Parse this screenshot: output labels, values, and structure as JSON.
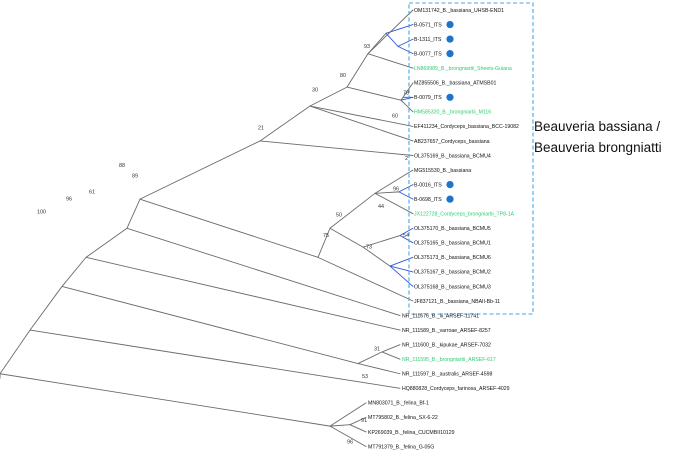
{
  "clade_label": {
    "line1": "Beauveria bassiana /",
    "line2": "Beauveria brongniatti"
  },
  "colors": {
    "default_branch": "#6b6b6b",
    "highlight_branch": "#2f56d6",
    "highlight_taxon": "#2ecc71",
    "highlight_bootstrap": "#e0406a",
    "box_border": "#4aa6e0",
    "sample_marker": "#1f73c9",
    "text": "#111111"
  },
  "taxa": [
    {
      "label": "OM131742_B._bassiana_UHSB-END1",
      "highlight": false,
      "marker": false
    },
    {
      "label": "B-0571_ITS",
      "highlight": false,
      "marker": true
    },
    {
      "label": "B-1311_ITS",
      "highlight": false,
      "marker": true
    },
    {
      "label": "B-0077_ITS",
      "highlight": false,
      "marker": true
    },
    {
      "label": "LN869989_B._brongniartii_Sheets-Guiana",
      "highlight": true,
      "marker": false
    },
    {
      "label": "MZ855506_B._bassiana_ATMSB01",
      "highlight": false,
      "marker": false
    },
    {
      "label": "B-0079_ITS",
      "highlight": false,
      "marker": true
    },
    {
      "label": "HM585320_B._brongniartii_M116",
      "highlight": true,
      "marker": false
    },
    {
      "label": "EF411234_Cordyceps_bassiana_BCC-19082",
      "highlight": false,
      "marker": false
    },
    {
      "label": "AB237657_Cordyceps_bassiana",
      "highlight": false,
      "marker": false
    },
    {
      "label": "OL375169_B._bassiana_BCMU4",
      "highlight": false,
      "marker": false
    },
    {
      "label": "MG515530_B._bassiana",
      "highlight": false,
      "marker": false
    },
    {
      "label": "B-0016_ITS",
      "highlight": false,
      "marker": true
    },
    {
      "label": "B-0698_ITS",
      "highlight": false,
      "marker": true
    },
    {
      "label": "JX122728_Cordyceps_brongniartii_TP8-1A",
      "highlight": true,
      "marker": false
    },
    {
      "label": "OL375170_B._bassiana_BCMU5",
      "highlight": false,
      "marker": false
    },
    {
      "label": "OL375165_B._bassiana_BCMU1",
      "highlight": false,
      "marker": false
    },
    {
      "label": "OL375173_B._bassiana_BCMU6",
      "highlight": false,
      "marker": false
    },
    {
      "label": "OL375167_B._bassiana_BCMU2",
      "highlight": false,
      "marker": false
    },
    {
      "label": "OL375168_B._bassiana_BCMU3",
      "highlight": false,
      "marker": false
    },
    {
      "label": "JF837121_B._bassiana_NBAII-Bb-11",
      "highlight": false,
      "marker": false
    },
    {
      "label": "NR_111676_B._lii_ARSEF-11741",
      "highlight": false,
      "marker": false
    },
    {
      "label": "NR_111589_B._varroae_ARSEF-8257",
      "highlight": false,
      "marker": false
    },
    {
      "label": "NR_111600_B._kipukae_ARSEF-7032",
      "highlight": false,
      "marker": false
    },
    {
      "label": "NR_111595_B._brongniartii_ARSEF-617",
      "highlight": true,
      "marker": false
    },
    {
      "label": "NR_111597_B._australis_ARSEF-4598",
      "highlight": false,
      "marker": false
    },
    {
      "label": "HQ880828_Cordyceps_farinosa_ARSEF-4029",
      "highlight": false,
      "marker": false
    },
    {
      "label": "MN803071_B._felina_Bf-1",
      "highlight": false,
      "marker": false
    },
    {
      "label": "MT795802_B._felina_SX-6-22",
      "highlight": false,
      "marker": false
    },
    {
      "label": "KP269039_B._felina_CUCMBII10129",
      "highlight": false,
      "marker": false
    },
    {
      "label": "MT791379_B._felina_G-05G",
      "highlight": false,
      "marker": false
    }
  ],
  "bootstrap": [
    {
      "value": "93",
      "highlight": false
    },
    {
      "value": "80",
      "highlight": false
    },
    {
      "value": "30",
      "highlight": false
    },
    {
      "value": "21",
      "highlight": false
    },
    {
      "value": "78",
      "highlight": false
    },
    {
      "value": "60",
      "highlight": false
    },
    {
      "value": "2",
      "highlight": false
    },
    {
      "value": "96",
      "highlight": false
    },
    {
      "value": "44",
      "highlight": false
    },
    {
      "value": "54",
      "highlight": false
    },
    {
      "value": "50",
      "highlight": false
    },
    {
      "value": "73",
      "highlight": false
    },
    {
      "value": "75",
      "highlight": false
    },
    {
      "value": "88",
      "highlight": true
    },
    {
      "value": "89",
      "highlight": false
    },
    {
      "value": "61",
      "highlight": false
    },
    {
      "value": "96",
      "highlight": false
    },
    {
      "value": "100",
      "highlight": false
    },
    {
      "value": "31",
      "highlight": false
    },
    {
      "value": "53",
      "highlight": false
    },
    {
      "value": "91",
      "highlight": false
    },
    {
      "value": "96",
      "highlight": false
    }
  ]
}
